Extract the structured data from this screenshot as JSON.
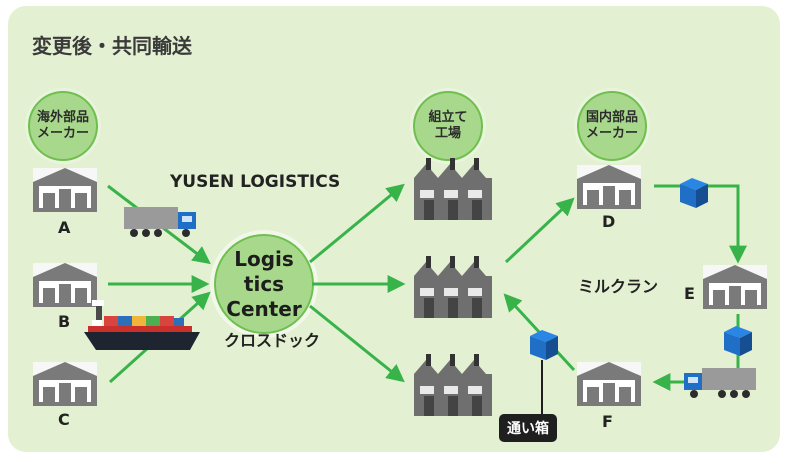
{
  "title": "変更後・共同輸送",
  "nodes": {
    "overseas": "海外部品\nメーカー",
    "assembly": "組立て\n工場",
    "domestic": "国内部品\nメーカー",
    "center": "Logis tics\nCenter"
  },
  "labels": {
    "yusen": "YUSEN LOGISTICS",
    "crossdock": "クロスドック",
    "milkrun": "ミルクラン",
    "returnable_box": "通い箱",
    "A": "A",
    "B": "B",
    "C": "C",
    "D": "D",
    "E": "E",
    "F": "F"
  },
  "colors": {
    "panel": "#e4f0d2",
    "arrow": "#37b34a",
    "circle": "#a8d88c",
    "building": "#7a7a7a",
    "box": "#1f6fc7"
  }
}
